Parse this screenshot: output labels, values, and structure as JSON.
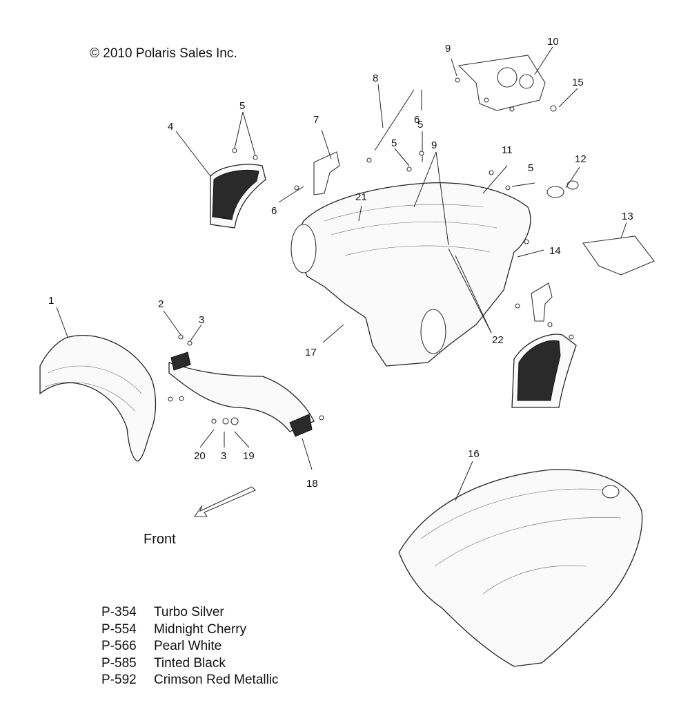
{
  "copyright": "© 2010 Polaris Sales Inc.",
  "direction_label": "Front",
  "callouts": [
    {
      "id": "c1",
      "text": "1"
    },
    {
      "id": "c2",
      "text": "2"
    },
    {
      "id": "c3a",
      "text": "3"
    },
    {
      "id": "c3b",
      "text": "3"
    },
    {
      "id": "c4",
      "text": "4"
    },
    {
      "id": "c5a",
      "text": "5"
    },
    {
      "id": "c5b",
      "text": "5"
    },
    {
      "id": "c5c",
      "text": "5"
    },
    {
      "id": "c5d",
      "text": "5"
    },
    {
      "id": "c6a",
      "text": "6"
    },
    {
      "id": "c6b",
      "text": "6"
    },
    {
      "id": "c7",
      "text": "7"
    },
    {
      "id": "c8",
      "text": "8"
    },
    {
      "id": "c9a",
      "text": "9"
    },
    {
      "id": "c9b",
      "text": "9"
    },
    {
      "id": "c10",
      "text": "10"
    },
    {
      "id": "c11",
      "text": "11"
    },
    {
      "id": "c12",
      "text": "12"
    },
    {
      "id": "c13",
      "text": "13"
    },
    {
      "id": "c14",
      "text": "14"
    },
    {
      "id": "c15",
      "text": "15"
    },
    {
      "id": "c16",
      "text": "16"
    },
    {
      "id": "c17",
      "text": "17"
    },
    {
      "id": "c18",
      "text": "18"
    },
    {
      "id": "c19",
      "text": "19"
    },
    {
      "id": "c20",
      "text": "20"
    },
    {
      "id": "c21",
      "text": "21"
    },
    {
      "id": "c22",
      "text": "22"
    }
  ],
  "colors": [
    {
      "code": "P-354",
      "name": "Turbo Silver"
    },
    {
      "code": "P-554",
      "name": "Midnight Cherry"
    },
    {
      "code": "P-566",
      "name": "Pearl White"
    },
    {
      "code": "P-585",
      "name": "Tinted Black"
    },
    {
      "code": "P-592",
      "name": "Crimson Red Metallic"
    }
  ]
}
